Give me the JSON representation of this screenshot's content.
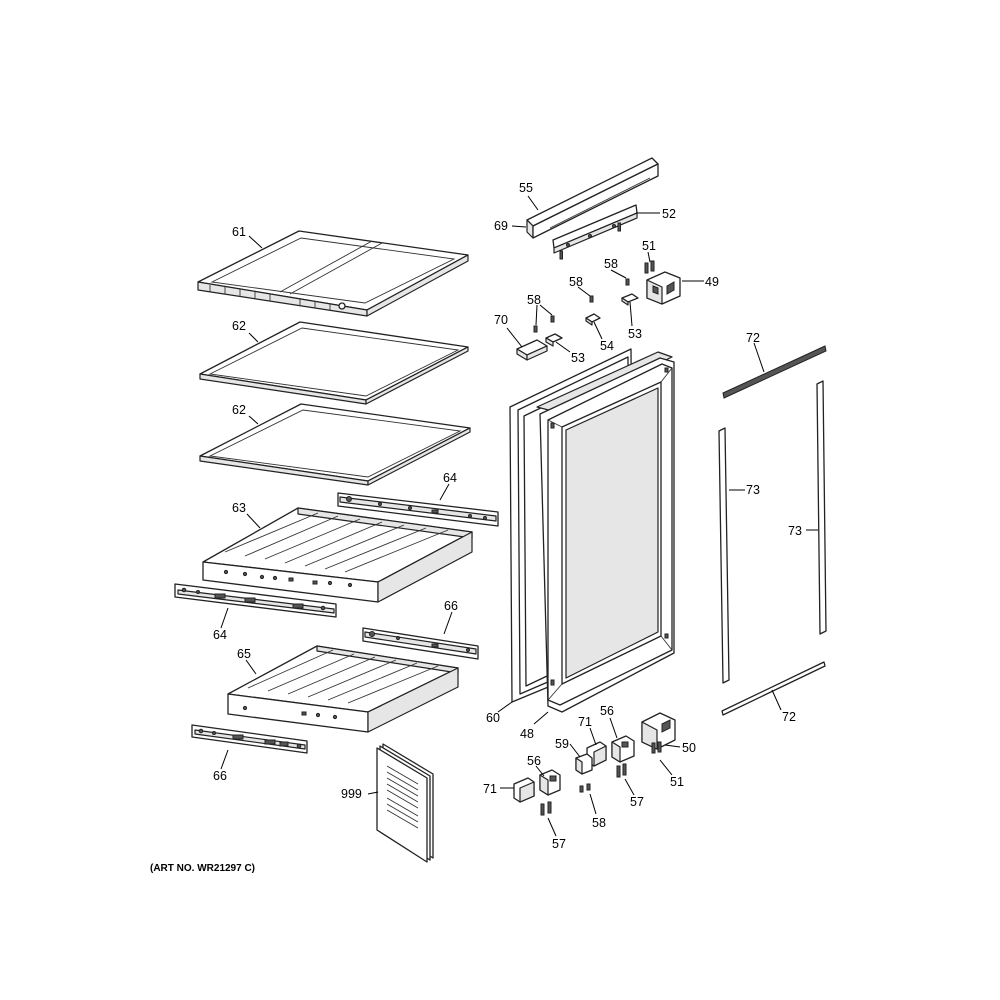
{
  "art_number": "(ART NO. WR21297 C)",
  "callouts": {
    "c49": "49",
    "c50": "50",
    "c51a": "51",
    "c51b": "51",
    "c52": "52",
    "c53a": "53",
    "c53b": "53",
    "c54": "54",
    "c55": "55",
    "c56a": "56",
    "c56b": "56",
    "c57a": "57",
    "c57b": "57",
    "c58a": "58",
    "c58b": "58",
    "c58c": "58",
    "c58d": "58",
    "c59": "59",
    "c60": "60",
    "c61": "61",
    "c62a": "62",
    "c62b": "62",
    "c63": "63",
    "c64a": "64",
    "c64b": "64",
    "c65": "65",
    "c66a": "66",
    "c66b": "66",
    "c69": "69",
    "c70": "70",
    "c71a": "71",
    "c71b": "71",
    "c72a": "72",
    "c72b": "72",
    "c73a": "73",
    "c73b": "73",
    "c48": "48",
    "c999": "999"
  }
}
